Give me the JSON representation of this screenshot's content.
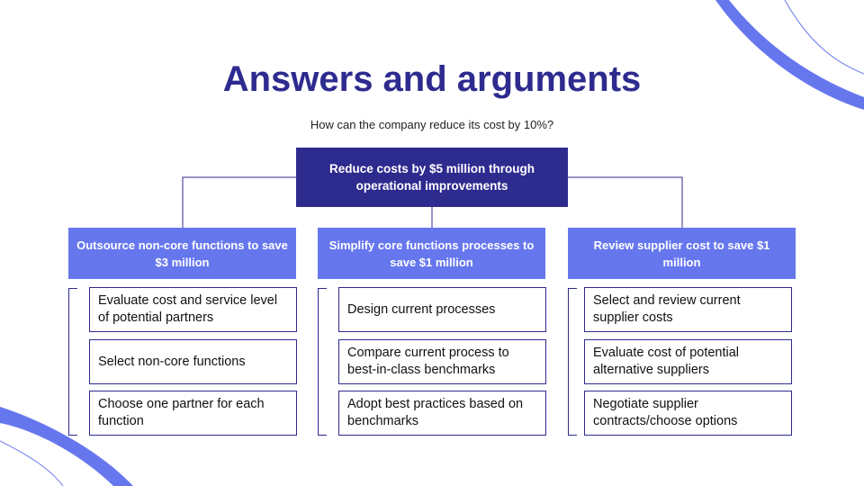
{
  "slide": {
    "title": "Answers and arguments",
    "question": "How can the company reduce its cost by 10%?"
  },
  "root": {
    "text": "Reduce costs by $5 million through operational improvements"
  },
  "branches": [
    {
      "text": "Outsource non-core functions to save $3 million",
      "items": [
        "Evaluate cost and service level of potential partners",
        "Select non-core functions",
        "Choose one partner for each function"
      ]
    },
    {
      "text": "Simplify core functions processes to save $1 million",
      "items": [
        "Design current processes",
        "Compare current process to best-in-class benchmarks",
        "Adopt best practices based on benchmarks"
      ]
    },
    {
      "text": "Review supplier cost to save $1 million",
      "items": [
        "Select and review current supplier costs",
        "Evaluate cost of potential alternative suppliers",
        "Negotiate supplier contracts/choose options"
      ]
    }
  ],
  "colors": {
    "dark": "#2e2b8f",
    "accent": "#6677ee"
  }
}
